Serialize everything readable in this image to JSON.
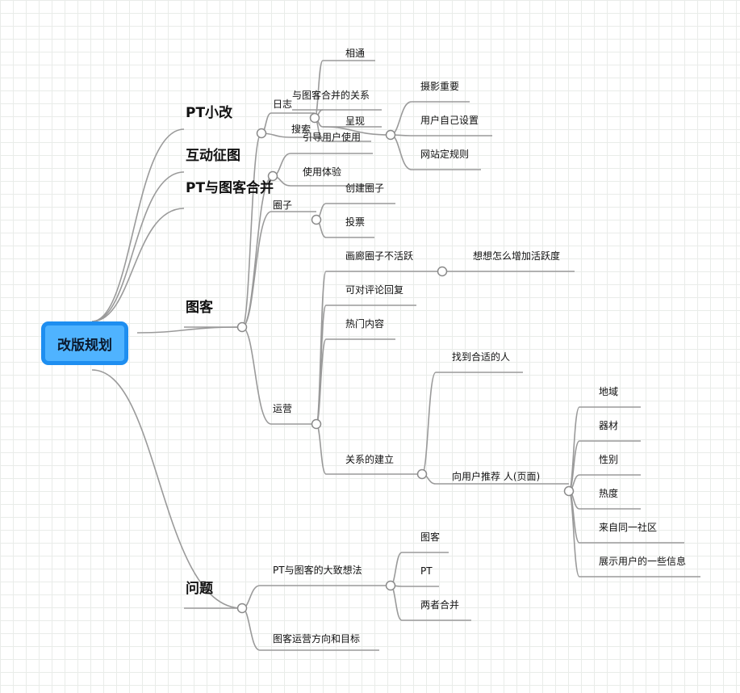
{
  "root": {
    "label": "改版规划"
  },
  "nodes": {
    "pt_small": "PT小改",
    "rizhi": "日志",
    "guanxi": "与图客合并的关系",
    "xiangtong": "相通",
    "chengxian": "呈现",
    "sheying": "摄影重要",
    "yonghu_shezhi": "用户自己设置",
    "wangzhan": "网站定规则",
    "sousuo": "搜索",
    "hudong": "互动征图",
    "yindao": "引导用户使用",
    "tiyan": "使用体验",
    "pt_hebing": "PT与图客合并",
    "quanzi": "圈子",
    "chuangjian": "创建圈子",
    "toupiao": "投票",
    "tuke": "图客",
    "yunying": "运营",
    "hualang": "画廊圈子不活跃",
    "xiangxiang": "想想怎么增加活跃度",
    "pinglun": "可对评论回复",
    "remen": "热门内容",
    "jianli": "关系的建立",
    "zhaodao": "找到合适的人",
    "tuijian": "向用户推荐 人(页面)",
    "diyu": "地域",
    "qicai": "器材",
    "xingbie": "性别",
    "redu": "热度",
    "shequ": "来自同一社区",
    "xinxi": "展示用户的一些信息",
    "wenti": "问题",
    "dazhi": "PT与图客的大致想法",
    "w_tuke": "图客",
    "w_pt": "PT",
    "liangzhe": "两者合并",
    "fangxiang": "图客运营方向和目标"
  },
  "colors": {
    "root_fill": "#4fb3ff",
    "root_border": "#1e8ef0",
    "link": "#9a9a9a",
    "grid": "#e9ece9"
  }
}
